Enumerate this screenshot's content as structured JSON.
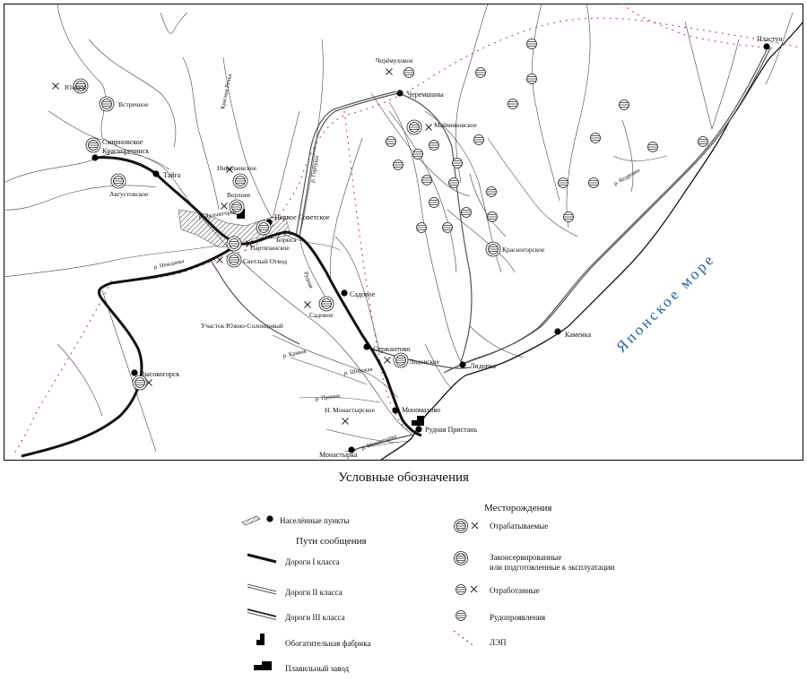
{
  "map": {
    "sea_label": "Японское море",
    "settlements": [
      {
        "id": "plastun",
        "name": "Пластун"
      },
      {
        "id": "cheremshany",
        "name": "Черемшаны"
      },
      {
        "id": "krasnorechensk",
        "name": "Смирновское\nКрасноречинск"
      },
      {
        "id": "taiga",
        "name": "Тайга"
      },
      {
        "id": "pervoe",
        "name": "Первое Советское"
      },
      {
        "id": "sadovoe",
        "name": "Садовое"
      },
      {
        "id": "serzhantovo",
        "name": "Сержантово"
      },
      {
        "id": "lidovka",
        "name": "Лидовка"
      },
      {
        "id": "kamenka",
        "name": "Каменка"
      },
      {
        "id": "vysokogorsk",
        "name": "Высокогорск"
      },
      {
        "id": "monomakhovo",
        "name": "Мономахово"
      },
      {
        "id": "rudnaya",
        "name": "Рудная Пристань"
      },
      {
        "id": "monastyrka",
        "name": "Монастырка"
      }
    ],
    "deposit_labels": [
      "Южное",
      "Встречное",
      "Августовское",
      "Николаевское",
      "Верхнее",
      "Партизанское",
      "Светлый Отвод",
      "Черёмуховое",
      "Майминовское",
      "Красногорское",
      "Садовое",
      "Лидовское",
      "Участок Южно-Солонцовый",
      "Н. Монастырское",
      "Бориса"
    ],
    "river_labels": [
      "р. Дальнегорск",
      "р. Нежданка",
      "Красная Речка",
      "р. Горбуша",
      "Рудная",
      "р. Кедровка",
      "р. Кривая",
      "р. Широкая",
      "р. Прямая",
      "р. Монастырка"
    ]
  },
  "legend": {
    "title": "Условные обозначения",
    "settlements": "Населённые пункты",
    "roads_header": "Пути сообщения",
    "road1": "Дороги I класса",
    "road2": "Дороги II класса",
    "road3": "Дороги III класса",
    "factory": "Обогатительная фабрика",
    "smelter": "Плавильный завод",
    "deposits_header": "Месторождения",
    "exploited": "Отрабатываемые",
    "conserved": "Законсервированные\nили подготовленные к эксплуатации",
    "depleted": "Отработанные",
    "occurrences": "Рудопроявления",
    "power_line": "ЛЭП"
  },
  "colors": {
    "power_line": "#c8324a",
    "sea_label": "#1f5f9e"
  }
}
